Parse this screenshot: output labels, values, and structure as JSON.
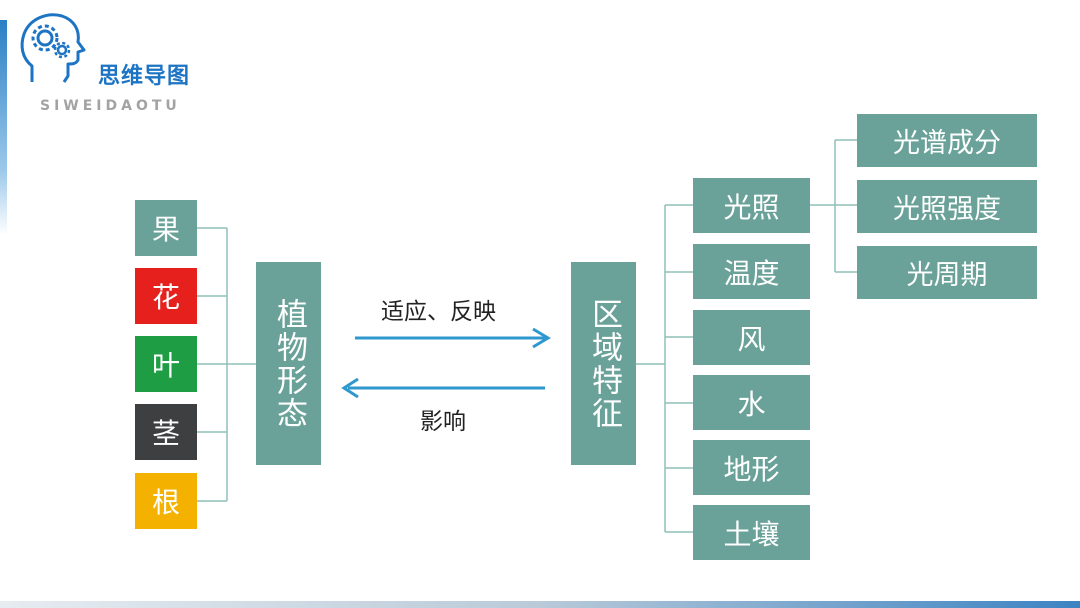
{
  "logo": {
    "title": "思维导图",
    "subtitle": "SIWEIDAOTU"
  },
  "left_items": [
    {
      "label": "果",
      "color": "#6aa29a"
    },
    {
      "label": "花",
      "color": "#e6201d"
    },
    {
      "label": "叶",
      "color": "#1f9d45"
    },
    {
      "label": "茎",
      "color": "#3d3f40"
    },
    {
      "label": "根",
      "color": "#f5b100"
    }
  ],
  "plant_box": {
    "label": "植物形态"
  },
  "region_box": {
    "label": "区域特征"
  },
  "arrow_right": {
    "label": "适应、反映",
    "color": "#2f98cf"
  },
  "arrow_left": {
    "label": "影响",
    "color": "#2f98cf"
  },
  "factors": [
    "光照",
    "温度",
    "风",
    "水",
    "地形",
    "土壤"
  ],
  "light_factors": [
    "光谱成分",
    "光照强度",
    "光周期"
  ],
  "colors": {
    "node": "#6aa29a",
    "connector": "#8fc0b8"
  }
}
